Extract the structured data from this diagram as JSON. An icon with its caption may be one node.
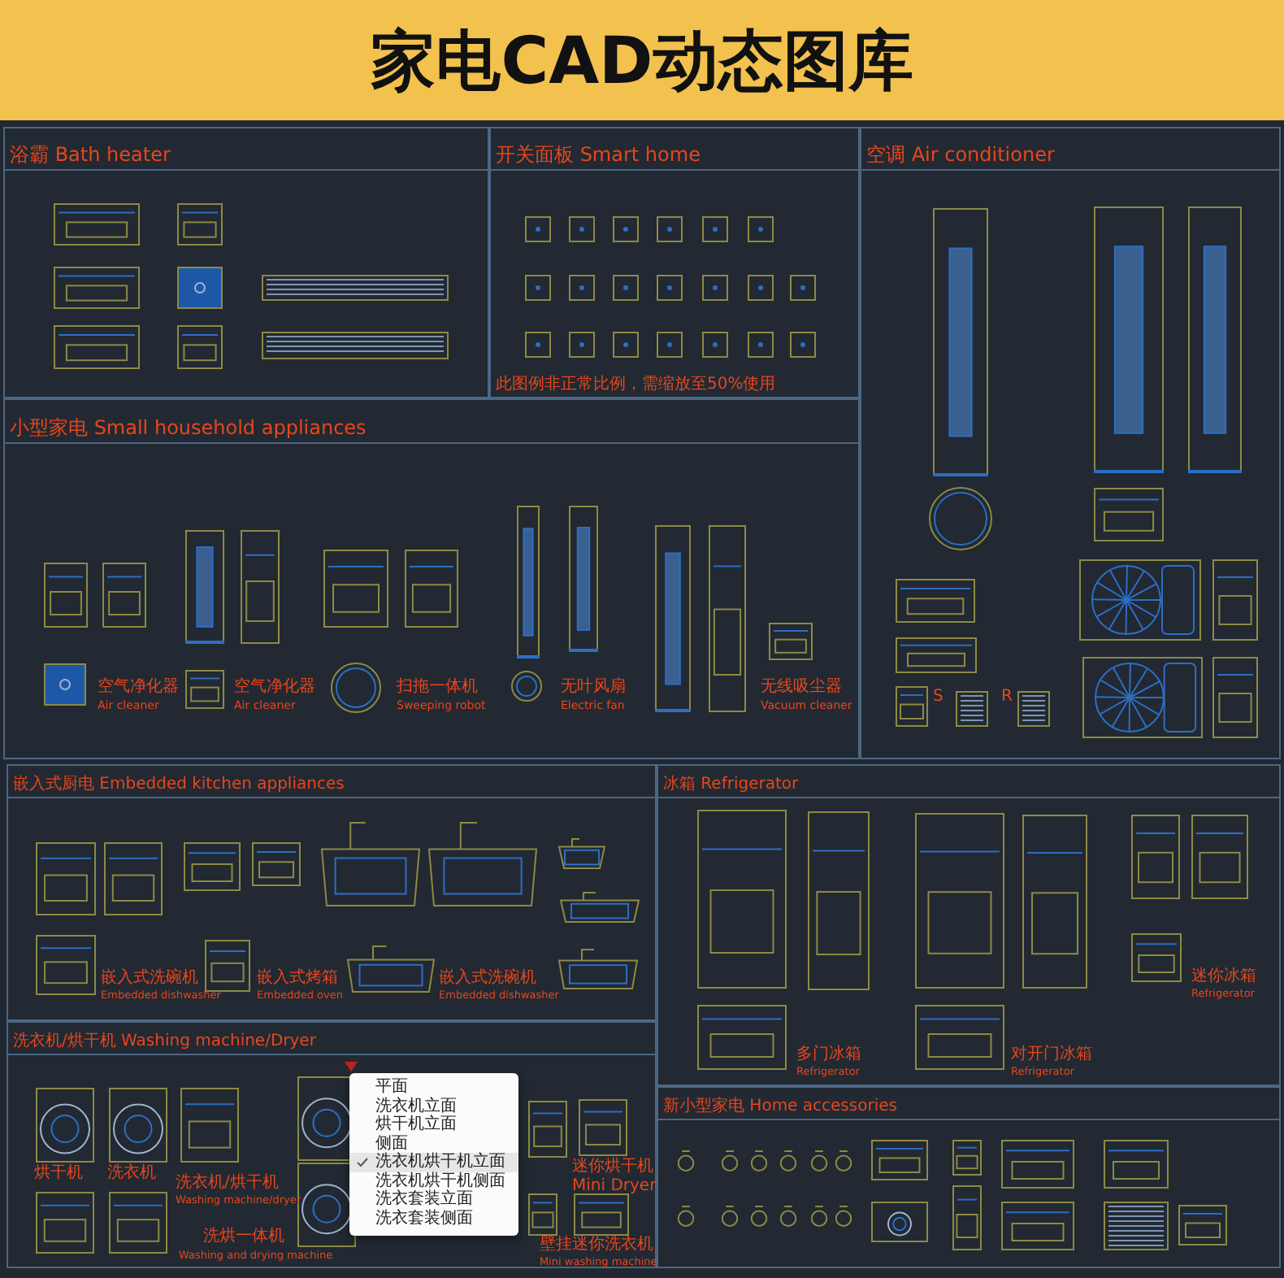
{
  "diagram": {
    "title": "家电CAD动态图库",
    "nodes": [
      {
        "text": [
          "浴霸 Bath heater"
        ]
      },
      {
        "text": [
          "开关面板 Smart home"
        ]
      },
      {
        "text": [
          "空调 Air conditioner"
        ]
      },
      {
        "text": [
          "小型家电 Small household appliances"
        ]
      },
      {
        "text": [
          "嵌入式厨电 Embedded kitchen appliances"
        ]
      },
      {
        "text": [
          "冰箱 Refrigerator"
        ]
      },
      {
        "text": [
          "洗衣机/烘干机 Washing machine/Dryer"
        ]
      },
      {
        "text": [
          "新小型家电 Home accessories"
        ]
      },
      {
        "text": [
          "平面",
          "洗衣机立面",
          "烘干机立面",
          "侧面",
          "洗衣机烘干机立面",
          "洗衣机烘干机侧面",
          "洗衣套装立面",
          "洗衣套装侧面"
        ],
        "in": 6
      }
    ],
    "labels": [
      "此图例非正常比例，需缩放至50%使用",
      "S",
      "R",
      "空气净化器",
      "Air cleaner",
      "空气净化器",
      "Air cleaner",
      "扫拖一体机",
      "Sweeping robot",
      "无叶风扇",
      "Electric fan",
      "无线吸尘器",
      "Vacuum cleaner",
      "嵌入式洗碗机",
      "Embedded dishwasher",
      "嵌入式烤箱",
      "Embedded oven",
      "嵌入式洗碗机",
      "Embedded dishwasher",
      "多门冰箱",
      "Refrigerator",
      "对开门冰箱",
      "Refrigerator",
      "迷你冰箱",
      "Refrigerator",
      "烘干机",
      "洗衣机",
      "洗衣机/烘干机",
      "Washing machine/dryer",
      "洗烘一体机",
      "Washing and drying machine",
      "迷你烘干机 Mini Dryer",
      "壁挂迷你洗衣机",
      "Mini washing machine"
    ]
  }
}
